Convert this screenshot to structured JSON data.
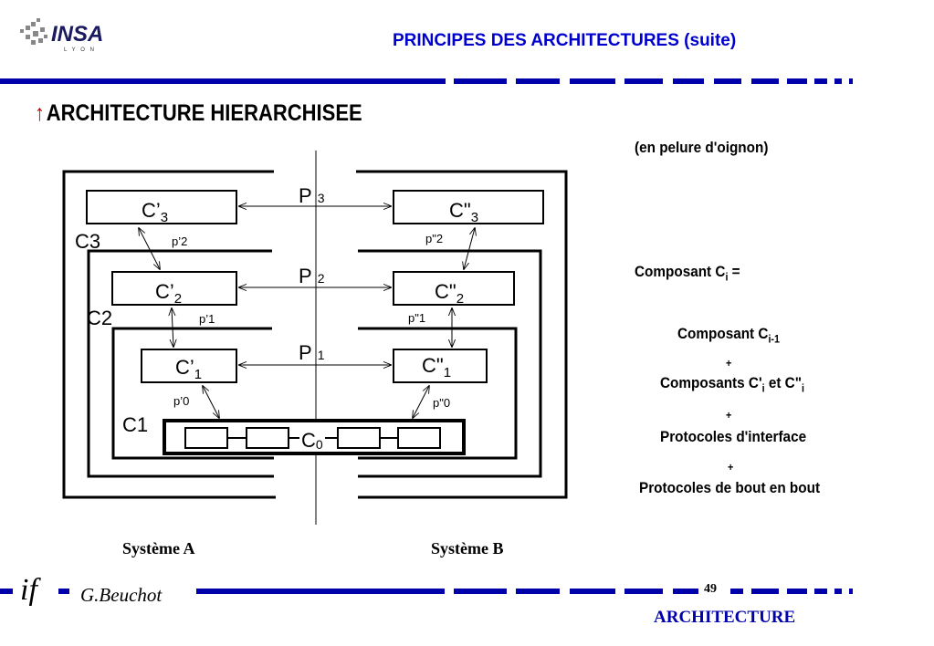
{
  "header": {
    "logo_text": "INSA",
    "logo_subtext": "L Y O N",
    "title": "PRINCIPES DES ARCHITECTURES (suite)"
  },
  "section": {
    "bullet_icon": "up-arrow-icon",
    "title": "ARCHITECTURE HIERARCHISEE"
  },
  "diagram": {
    "left_components": [
      {
        "base": "C’",
        "sub": "3"
      },
      {
        "base": "C’",
        "sub": "2"
      },
      {
        "base": "C’",
        "sub": "1"
      }
    ],
    "right_components": [
      {
        "base": "C\"",
        "sub": "3"
      },
      {
        "base": "C\"",
        "sub": "2"
      },
      {
        "base": "C\"",
        "sub": "1"
      }
    ],
    "protocols": [
      {
        "base": "P",
        "sub": "3"
      },
      {
        "base": "P",
        "sub": "2"
      },
      {
        "base": "P",
        "sub": "1"
      }
    ],
    "left_interfaces": [
      "p’2",
      "p’1",
      "p’0"
    ],
    "right_interfaces": [
      "p\"2",
      "p\"1",
      "p\"0"
    ],
    "layers": [
      "C3",
      "C2",
      "C1"
    ],
    "base_component": {
      "base": "C",
      "sub": "0"
    },
    "system_a": "Système A",
    "system_b": "Système B"
  },
  "notes": {
    "subtitle": "(en pelure d'oignon)",
    "definition_prefix": "Composant  C",
    "definition_sub": "i",
    "definition_suffix": " =",
    "line1_prefix": "Composant C",
    "line1_sub": "i-1",
    "plus": "+",
    "line2_prefix": "Composants C'",
    "line2_sub1": "i",
    "line2_mid": " et C\"",
    "line2_sub2": "i",
    "line3": "Protocoles d'interface",
    "line4": "Protocoles de bout en bout"
  },
  "footer": {
    "logo": "if",
    "author": "G.Beuchot",
    "page_number": "49",
    "title": "ARCHITECTURE"
  },
  "colors": {
    "title_blue": "#0000cc",
    "bar_blue": "#0000aa",
    "arrow_red": "#cc0000"
  }
}
